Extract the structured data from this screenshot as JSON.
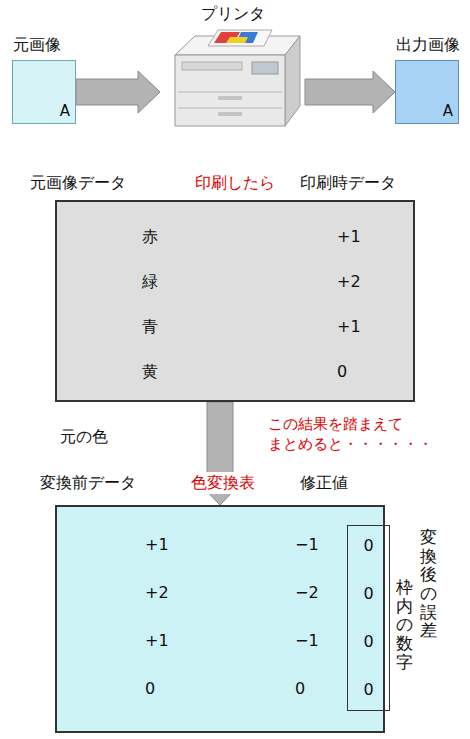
{
  "diagram": {
    "nodes": [
      {
        "text": [
          "元画像",
          "A"
        ]
      },
      {
        "text": [
          "プリンタ"
        ]
      },
      {
        "text": [
          "出力画像",
          "A"
        ]
      },
      {
        "text": [
          "赤",
          "+1",
          "緑",
          "+2",
          "青",
          "+1",
          "黄",
          "0"
        ]
      },
      {
        "text": [
          "+1",
          "−1",
          "+2",
          "−2",
          "+1",
          "−1",
          "0",
          "0"
        ]
      },
      {
        "text": [
          "0",
          "0",
          "0",
          "0"
        ],
        "in": 4
      }
    ],
    "edges": [
      {
        "from": 0,
        "to": 1,
        "arrow": "to"
      },
      {
        "from": 1,
        "to": 2,
        "arrow": "to"
      },
      {
        "from": 3,
        "to": 4,
        "arrow": "to"
      }
    ],
    "labels": [
      "元画像データ",
      "印刷したら",
      "印刷時データ",
      "元の色",
      "この結果を踏まえて まとめると・・・・・・",
      "変換前データ",
      "色変換表",
      "修正値",
      "変換後の誤差",
      "枠内の数字"
    ]
  }
}
